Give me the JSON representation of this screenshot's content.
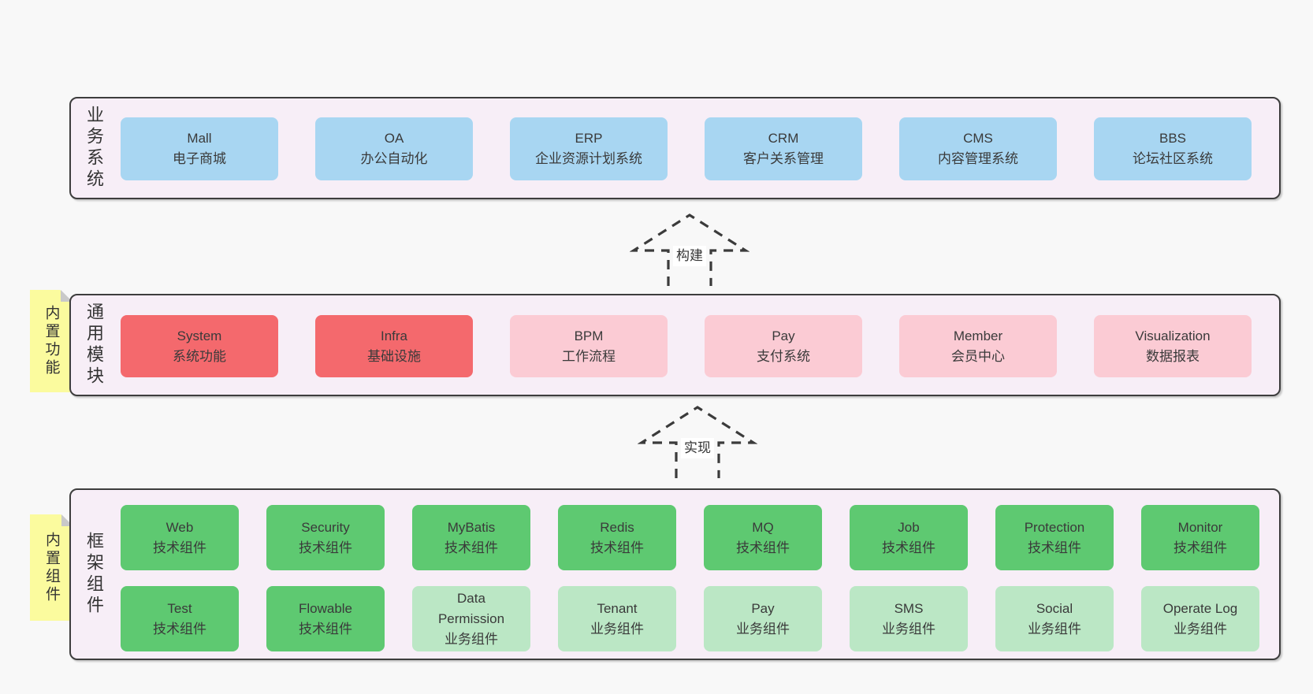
{
  "diagram": {
    "arrows": {
      "build": "构建",
      "implement": "实现"
    },
    "layers": {
      "business": {
        "label": "业务系统",
        "boxes": [
          {
            "en": "Mall",
            "zh": "电子商城"
          },
          {
            "en": "OA",
            "zh": "办公自动化"
          },
          {
            "en": "ERP",
            "zh": "企业资源计划系统"
          },
          {
            "en": "CRM",
            "zh": "客户关系管理"
          },
          {
            "en": "CMS",
            "zh": "内容管理系统"
          },
          {
            "en": "BBS",
            "zh": "论坛社区系统"
          }
        ]
      },
      "modules": {
        "label": "通用模块",
        "sticky": "内置功能",
        "boxes": [
          {
            "en": "System",
            "zh": "系统功能"
          },
          {
            "en": "Infra",
            "zh": "基础设施"
          },
          {
            "en": "BPM",
            "zh": "工作流程"
          },
          {
            "en": "Pay",
            "zh": "支付系统"
          },
          {
            "en": "Member",
            "zh": "会员中心"
          },
          {
            "en": "Visualization",
            "zh": "数据报表"
          }
        ]
      },
      "framework": {
        "label": "框架组件",
        "sticky": "内置组件",
        "row1": [
          {
            "en": "Web",
            "zh": "技术组件"
          },
          {
            "en": "Security",
            "zh": "技术组件"
          },
          {
            "en": "MyBatis",
            "zh": "技术组件"
          },
          {
            "en": "Redis",
            "zh": "技术组件"
          },
          {
            "en": "MQ",
            "zh": "技术组件"
          },
          {
            "en": "Job",
            "zh": "技术组件"
          },
          {
            "en": "Protection",
            "zh": "技术组件"
          },
          {
            "en": "Monitor",
            "zh": "技术组件"
          }
        ],
        "row2": [
          {
            "en": "Test",
            "zh": "技术组件"
          },
          {
            "en": "Flowable",
            "zh": "技术组件"
          },
          {
            "en": "Data Permission",
            "zh": "业务组件"
          },
          {
            "en": "Tenant",
            "zh": "业务组件"
          },
          {
            "en": "Pay",
            "zh": "业务组件"
          },
          {
            "en": "SMS",
            "zh": "业务组件"
          },
          {
            "en": "Social",
            "zh": "业务组件"
          },
          {
            "en": "Operate Log",
            "zh": "业务组件"
          }
        ]
      }
    }
  },
  "colors": {
    "page-bg": "#f8f8f8",
    "panel-bg": "#f7eef7",
    "panel-border": "#3d3d3d",
    "box-blue": "#a8d6f2",
    "box-red": "#f4696d",
    "box-pink": "#fbcbd4",
    "box-green": "#5ec971",
    "box-green-light": "#bbe7c5",
    "sticky-yellow": "#fbfb9e",
    "sticky-fold": "#c9c9c9",
    "text": "#3a3a3a",
    "arrow-stroke": "#3b3b3b",
    "arrow-label-bg": "#ffffff"
  }
}
